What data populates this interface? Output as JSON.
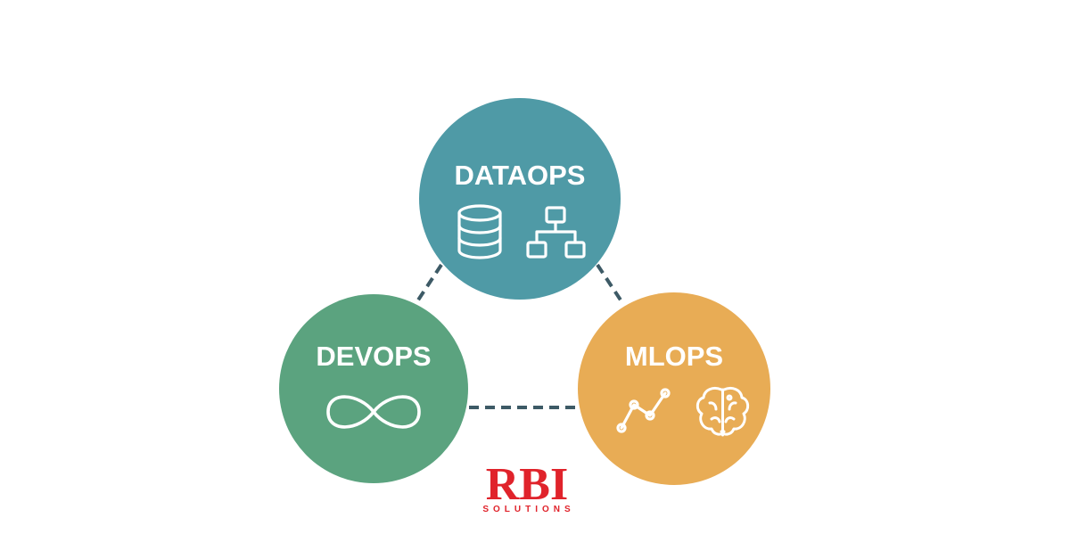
{
  "diagram": {
    "nodes": [
      {
        "id": "dataops",
        "label": "DATAOPS",
        "color": "#4f9aa6",
        "icons": [
          "database-icon",
          "hierarchy-icon"
        ]
      },
      {
        "id": "devops",
        "label": "DEVOPS",
        "color": "#5ba37f",
        "icons": [
          "infinity-icon"
        ]
      },
      {
        "id": "mlops",
        "label": "MLOPS",
        "color": "#e8ac55",
        "icons": [
          "line-graph-icon",
          "brain-icon"
        ]
      }
    ],
    "connectors": [
      {
        "from": "dataops",
        "to": "devops",
        "style": "dashed",
        "color": "#3d5a66"
      },
      {
        "from": "dataops",
        "to": "mlops",
        "style": "dashed",
        "color": "#3d5a66"
      },
      {
        "from": "devops",
        "to": "mlops",
        "style": "dashed",
        "color": "#3d5a66"
      }
    ]
  },
  "logo": {
    "main": "RBI",
    "sub": "SOLUTIONS",
    "color": "#e0232b"
  }
}
